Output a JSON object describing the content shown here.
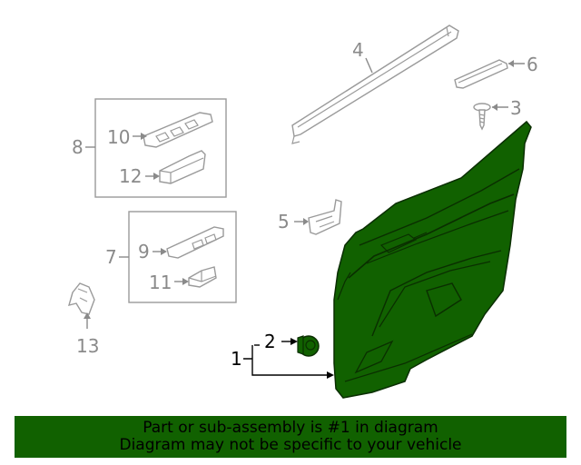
{
  "colors": {
    "highlight": "#116100",
    "banner_bg": "#116100",
    "label_gray": "#8a8a8a",
    "label_black": "#000000"
  },
  "labels": {
    "p1": "1",
    "p2": "2",
    "p3": "3",
    "p4": "4",
    "p5": "5",
    "p6": "6",
    "p7": "7",
    "p8": "8",
    "p9": "9",
    "p10": "10",
    "p11": "11",
    "p12": "12",
    "p13": "13"
  },
  "banner": {
    "line1": "Part or sub-assembly is #1 in diagram",
    "line2": "Diagram may not be specific to your vehicle"
  }
}
